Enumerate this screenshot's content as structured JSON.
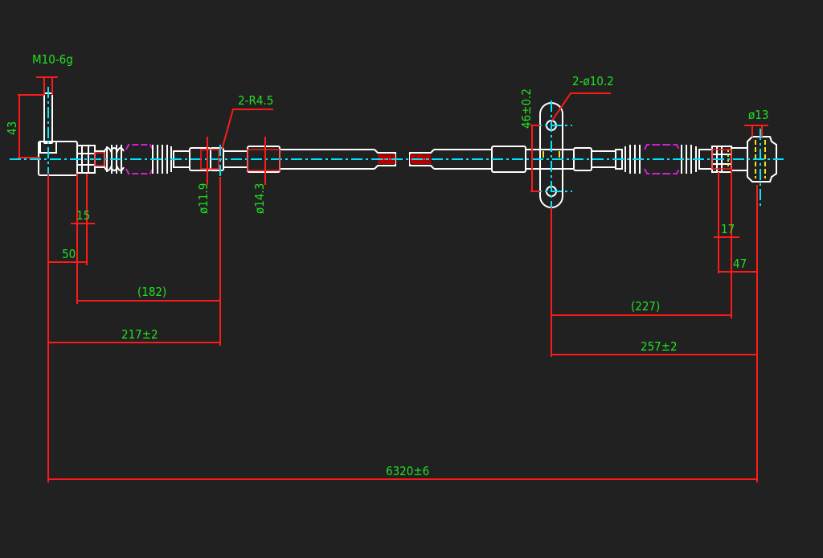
{
  "drawing": {
    "title": "Cable assembly technical drawing",
    "colors": {
      "background": "#212121",
      "outline": "#ffffff",
      "centerline": "#00e5ff",
      "dimension": "#ff1a1a",
      "text": "#22e022",
      "hidden": "#d020d0",
      "accent": "#f0e020"
    },
    "labels": {
      "thread": "M10-6g",
      "stud_height": "43",
      "radius": "2-R4.5",
      "dia_11_9": "ø11.9",
      "dia_14_3": "ø14.3",
      "holes": "2-ø10.2",
      "hole_spacing": "46±0.2",
      "eye_dia": "ø13",
      "dim_15": "15",
      "dim_50": "50",
      "dim_182": "(182)",
      "dim_217": "217±2",
      "dim_17": "17",
      "dim_47": "47",
      "dim_227": "(227)",
      "dim_257": "257±2",
      "overall": "6320±6"
    }
  }
}
